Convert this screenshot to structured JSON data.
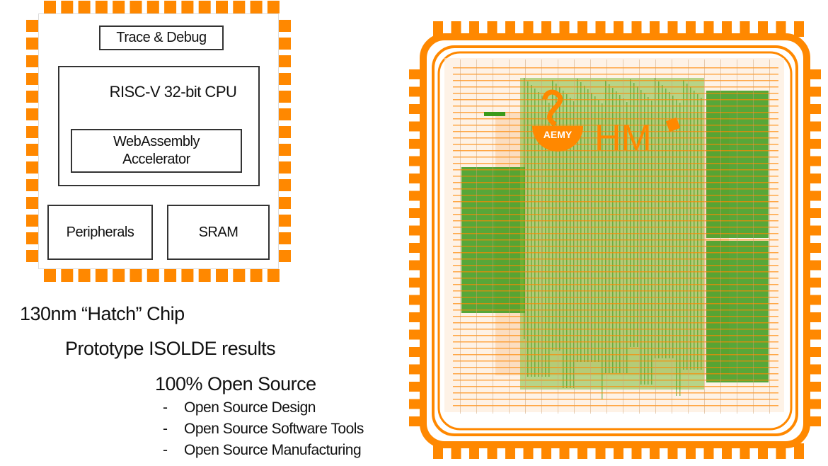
{
  "block_diagram": {
    "trace_debug": "Trace & Debug",
    "cpu": "RISC-V 32-bit CPU",
    "accelerator_line1": "WebAssembly",
    "accelerator_line2": "Accelerator",
    "peripherals": "Peripherals",
    "sram": "SRAM"
  },
  "captions": {
    "chip_name": "130nm “Hatch” Chip",
    "subtitle": "Prototype ISOLDE results",
    "open_source_heading": "100% Open Source",
    "bullets": [
      "Open Source Design",
      "Open Source Software Tools",
      "Open Source Manufacturing"
    ],
    "bullet_marker": "-"
  },
  "layout_logo": {
    "badge_text": "AEMY",
    "mark_text": "HM"
  },
  "colors": {
    "pad_orange": "#ff8800",
    "logic_green": "#3a9a1a",
    "outline": "#333333"
  }
}
